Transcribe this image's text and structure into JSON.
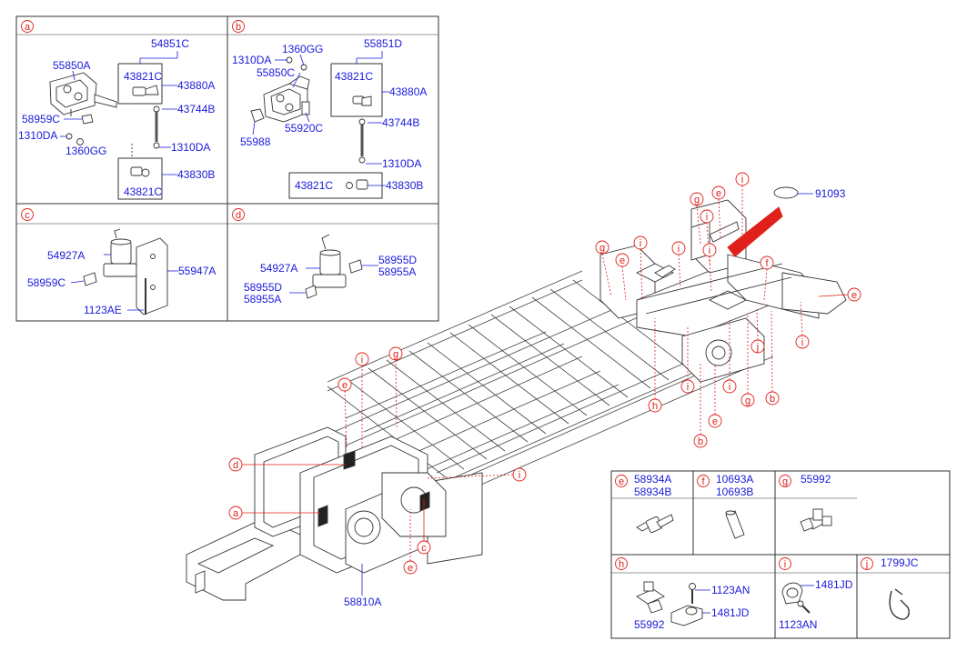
{
  "panels": {
    "a": {
      "letter": "a",
      "parts": [
        "54851C",
        "55850A",
        "43821C",
        "43880A",
        "43744B",
        "58959C",
        "1310DA",
        "1360GG",
        "1310DA",
        "43830B",
        "43821C"
      ]
    },
    "b": {
      "letter": "b",
      "parts": [
        "1360GG",
        "55851D",
        "1310DA",
        "55850C",
        "43821C",
        "43880A",
        "55920C",
        "43744B",
        "55988",
        "1310DA",
        "43821C",
        "43830B"
      ]
    },
    "c": {
      "letter": "c",
      "parts": [
        "54927A",
        "55947A",
        "58959C",
        "1123AE"
      ]
    },
    "d": {
      "letter": "d",
      "parts": [
        "54927A",
        "58955D",
        "58955A",
        "58955D",
        "58955A"
      ]
    }
  },
  "main": {
    "callouts": {
      "i1": "i",
      "g1": "g",
      "e1": "e",
      "i2": "i",
      "g2": "g",
      "e2": "e",
      "i3": "i",
      "i4": "i",
      "i5": "i",
      "f1": "f",
      "e3": "e",
      "j1": "j",
      "i6": "i",
      "i7": "i",
      "g3": "g",
      "b1": "b",
      "h1": "h",
      "e4": "e",
      "b2": "b",
      "i8": "i",
      "g4": "g",
      "e5": "e",
      "d1": "d",
      "i9": "i",
      "a1": "a",
      "c1": "c",
      "e6": "e"
    },
    "part_91093": "91093",
    "part_58810A": "58810A"
  },
  "legend": {
    "e": {
      "letter": "e",
      "parts": [
        "58934A",
        "58934B"
      ]
    },
    "f": {
      "letter": "f",
      "parts": [
        "10693A",
        "10693B"
      ]
    },
    "g": {
      "letter": "g",
      "parts": [
        "55992"
      ]
    },
    "h": {
      "letter": "h",
      "parts": [
        "1123AN",
        "55992",
        "1481JD"
      ]
    },
    "i": {
      "letter": "i",
      "parts": [
        "1481JD",
        "1123AN"
      ]
    },
    "j": {
      "letter": "j",
      "parts": [
        "1799JC"
      ]
    }
  }
}
